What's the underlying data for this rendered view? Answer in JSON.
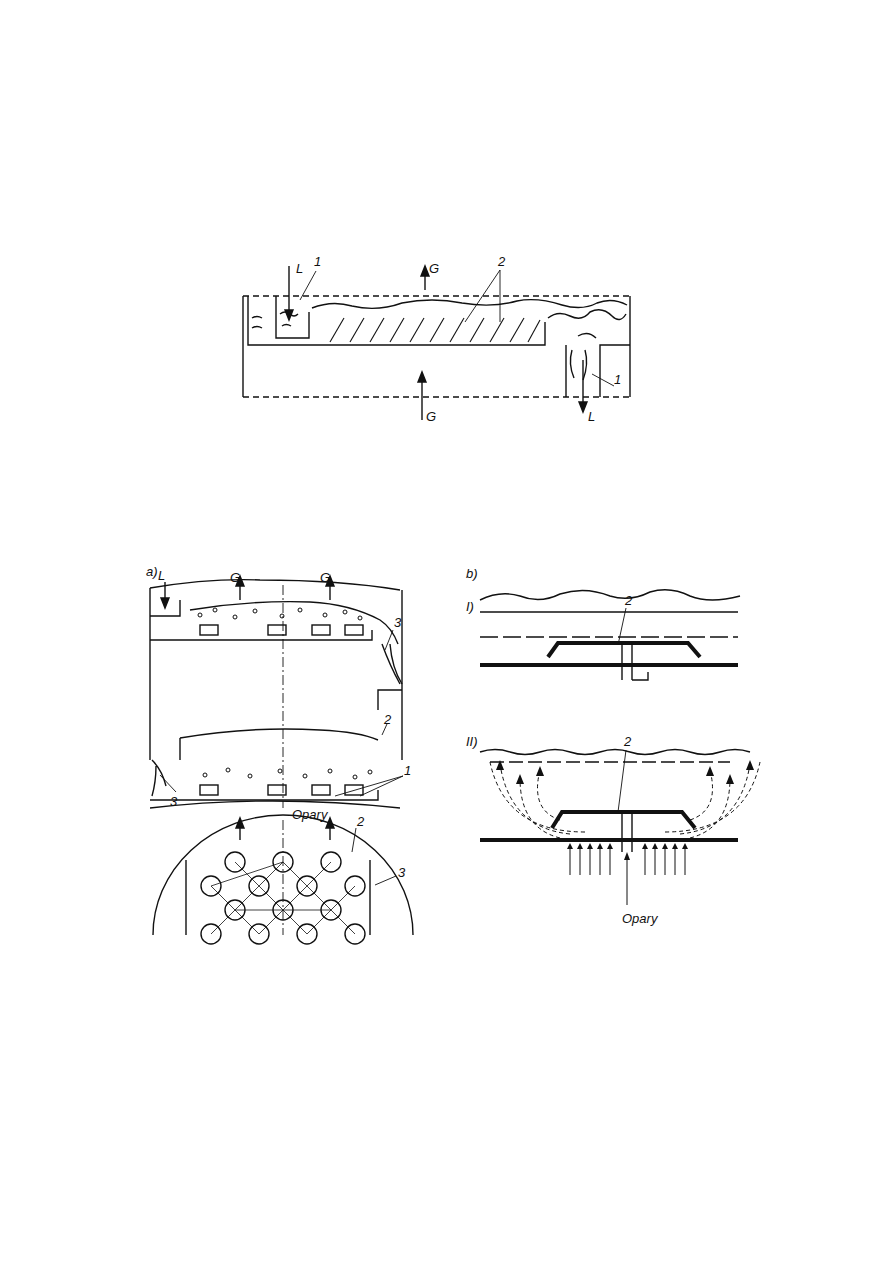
{
  "diagram": {
    "labels": [
      "L",
      "1",
      "G",
      "2",
      "1",
      "G",
      "L",
      "a)",
      "L",
      "G",
      "G",
      "3",
      "2",
      "3",
      "1",
      "Opary",
      "2",
      "3",
      "b)",
      "I)",
      "2",
      "II)",
      "2",
      "Opary"
    ]
  }
}
